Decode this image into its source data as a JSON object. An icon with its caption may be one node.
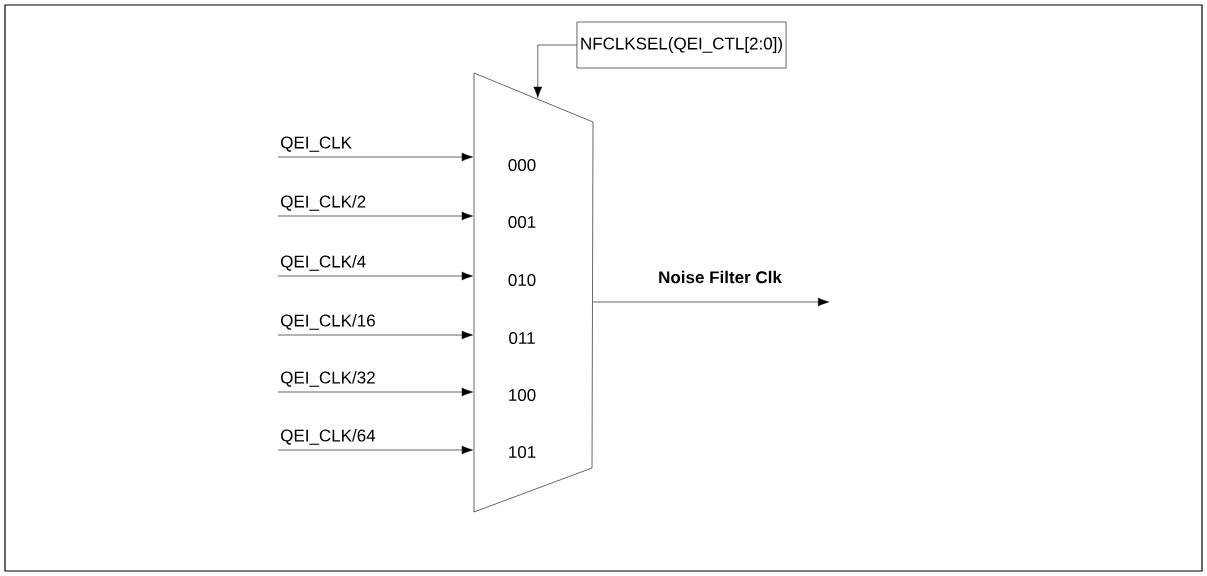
{
  "diagram": {
    "nodes": [
      {
        "text": [
          "NFCLKSEL(QEI_CTL[2:0])"
        ]
      },
      {
        "text": [
          "QEI_CLK"
        ]
      },
      {
        "text": [
          "QEI_CLK/2"
        ]
      },
      {
        "text": [
          "QEI_CLK/4"
        ]
      },
      {
        "text": [
          "QEI_CLK/16"
        ]
      },
      {
        "text": [
          "QEI_CLK/32"
        ]
      },
      {
        "text": [
          "QEI_CLK/64"
        ]
      },
      {
        "text": [
          "000",
          "001",
          "010",
          "011",
          "100",
          "101"
        ]
      }
    ],
    "edges": [
      {
        "from": 0,
        "to": 7,
        "arrow": "to"
      },
      {
        "from": 1,
        "to": 7,
        "arrow": "to"
      },
      {
        "from": 2,
        "to": 7,
        "arrow": "to"
      },
      {
        "from": 3,
        "to": 7,
        "arrow": "to"
      },
      {
        "from": 4,
        "to": 7,
        "arrow": "to"
      },
      {
        "from": 5,
        "to": 7,
        "arrow": "to"
      },
      {
        "from": 6,
        "to": 7,
        "arrow": "to"
      },
      {
        "from": 7,
        "to": null,
        "arrow": "to",
        "label": "Noise Filter Clk"
      }
    ]
  }
}
